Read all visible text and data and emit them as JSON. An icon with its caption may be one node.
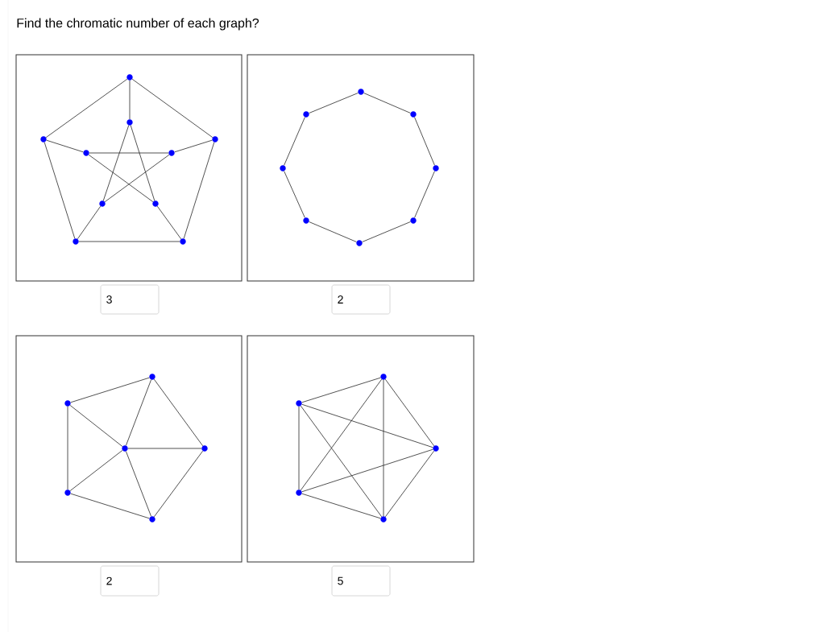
{
  "diagram": {
    "title": "Find the chromatic number of each graph?",
    "nodes": [
      {
        "text": [],
        "shape": "box"
      },
      {
        "text": [],
        "shape": "circle",
        "in": 0
      },
      {
        "text": [],
        "shape": "circle",
        "in": 0
      },
      {
        "text": [],
        "shape": "circle",
        "in": 0
      },
      {
        "text": [],
        "shape": "circle",
        "in": 0
      },
      {
        "text": [],
        "shape": "circle",
        "in": 0
      },
      {
        "text": [],
        "shape": "circle",
        "in": 0
      },
      {
        "text": [],
        "shape": "circle",
        "in": 0
      },
      {
        "text": [],
        "shape": "circle",
        "in": 0
      },
      {
        "text": [],
        "shape": "circle",
        "in": 0
      },
      {
        "text": [],
        "shape": "circle",
        "in": 0
      },
      {
        "text": [],
        "shape": "box"
      },
      {
        "text": [],
        "shape": "circle",
        "in": 11
      },
      {
        "text": [],
        "shape": "circle",
        "in": 11
      },
      {
        "text": [],
        "shape": "circle",
        "in": 11
      },
      {
        "text": [],
        "shape": "circle",
        "in": 11
      },
      {
        "text": [],
        "shape": "circle",
        "in": 11
      },
      {
        "text": [],
        "shape": "circle",
        "in": 11
      },
      {
        "text": [],
        "shape": "circle",
        "in": 11
      },
      {
        "text": [],
        "shape": "circle",
        "in": 11
      },
      {
        "text": [
          "3"
        ]
      },
      {
        "text": [
          "2"
        ]
      },
      {
        "text": [],
        "shape": "box"
      },
      {
        "text": [],
        "shape": "circle",
        "in": 22
      },
      {
        "text": [],
        "shape": "circle",
        "in": 22
      },
      {
        "text": [],
        "shape": "circle",
        "in": 22
      },
      {
        "text": [],
        "shape": "circle",
        "in": 22
      },
      {
        "text": [],
        "shape": "circle",
        "in": 22
      },
      {
        "text": [],
        "shape": "circle",
        "in": 22
      },
      {
        "text": [],
        "shape": "box"
      },
      {
        "text": [],
        "shape": "circle",
        "in": 29
      },
      {
        "text": [],
        "shape": "circle",
        "in": 29
      },
      {
        "text": [],
        "shape": "circle",
        "in": 29
      },
      {
        "text": [],
        "shape": "circle",
        "in": 29
      },
      {
        "text": [],
        "shape": "circle",
        "in": 29
      },
      {
        "text": [
          "2"
        ]
      },
      {
        "text": [
          "5"
        ]
      }
    ],
    "edges": [
      {
        "from": 1,
        "to": 2,
        "arrow": "none"
      },
      {
        "from": 1,
        "to": 3,
        "arrow": "none"
      },
      {
        "from": 2,
        "to": 4,
        "arrow": "none"
      },
      {
        "from": 3,
        "to": 5,
        "arrow": "none"
      },
      {
        "from": 4,
        "to": 5,
        "arrow": "none"
      },
      {
        "from": 1,
        "to": 6,
        "arrow": "none"
      },
      {
        "from": 2,
        "to": 7,
        "arrow": "none"
      },
      {
        "from": 3,
        "to": 8,
        "arrow": "none"
      },
      {
        "from": 4,
        "to": 9,
        "arrow": "none"
      },
      {
        "from": 5,
        "to": 10,
        "arrow": "none"
      },
      {
        "from": 6,
        "to": 9,
        "arrow": "none"
      },
      {
        "from": 6,
        "to": 10,
        "arrow": "none"
      },
      {
        "from": 7,
        "to": 8,
        "arrow": "none"
      },
      {
        "from": 7,
        "to": 10,
        "arrow": "none"
      },
      {
        "from": 8,
        "to": 9,
        "arrow": "none"
      },
      {
        "from": 12,
        "to": 13,
        "arrow": "none"
      },
      {
        "from": 13,
        "to": 14,
        "arrow": "none"
      },
      {
        "from": 14,
        "to": 15,
        "arrow": "none"
      },
      {
        "from": 15,
        "to": 16,
        "arrow": "none"
      },
      {
        "from": 16,
        "to": 17,
        "arrow": "none"
      },
      {
        "from": 17,
        "to": 18,
        "arrow": "none"
      },
      {
        "from": 18,
        "to": 19,
        "arrow": "none"
      },
      {
        "from": 19,
        "to": 12,
        "arrow": "none"
      },
      {
        "from": 24,
        "to": 23,
        "arrow": "none"
      },
      {
        "from": 24,
        "to": 27,
        "arrow": "none"
      },
      {
        "from": 24,
        "to": 25,
        "arrow": "none"
      },
      {
        "from": 23,
        "to": 25,
        "arrow": "none"
      },
      {
        "from": 23,
        "to": 26,
        "arrow": "none"
      },
      {
        "from": 25,
        "to": 26,
        "arrow": "none"
      },
      {
        "from": 27,
        "to": 25,
        "arrow": "none"
      },
      {
        "from": 27,
        "to": 28,
        "arrow": "none"
      },
      {
        "from": 25,
        "to": 28,
        "arrow": "none"
      },
      {
        "from": 26,
        "to": 28,
        "arrow": "none"
      },
      {
        "from": 30,
        "to": 31,
        "arrow": "none"
      },
      {
        "from": 30,
        "to": 32,
        "arrow": "none"
      },
      {
        "from": 30,
        "to": 33,
        "arrow": "none"
      },
      {
        "from": 30,
        "to": 34,
        "arrow": "none"
      },
      {
        "from": 31,
        "to": 32,
        "arrow": "none"
      },
      {
        "from": 31,
        "to": 33,
        "arrow": "none"
      },
      {
        "from": 31,
        "to": 34,
        "arrow": "none"
      },
      {
        "from": 32,
        "to": 33,
        "arrow": "none"
      },
      {
        "from": 32,
        "to": 34,
        "arrow": "none"
      },
      {
        "from": 33,
        "to": 34,
        "arrow": "none"
      }
    ]
  }
}
